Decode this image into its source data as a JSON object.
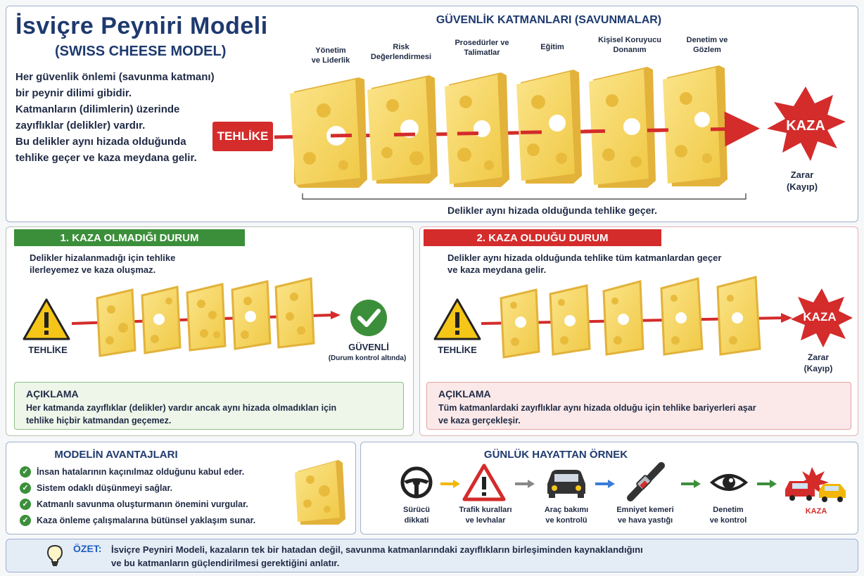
{
  "header": {
    "title": "İsviçre Peyniri Modeli",
    "subtitle": "(SWISS CHEESE MODEL)",
    "intro_lines": [
      "Her güvenlik önlemi (savunma katmanı)",
      "bir peynir dilimi gibidir.",
      "Katmanların (dilimlerin) üzerinde",
      "zayıflıklar (delikler) vardır.",
      "Bu delikler aynı hizada olduğunda",
      "tehlike geçer ve kaza meydana gelir."
    ]
  },
  "top_diagram": {
    "heading": "GÜVENLİK KATMANLARI (SAVUNMALAR)",
    "hazard": "TEHLİKE",
    "accident": "KAZA",
    "loss_lines": [
      "Zarar",
      "(Kayıp)"
    ],
    "layers": [
      [
        "Yönetim",
        "ve Liderlik"
      ],
      [
        "Risk",
        "Değerlendirmesi"
      ],
      [
        "Prosedürler ve",
        "Talimatlar"
      ],
      [
        "Eğitim"
      ],
      [
        "Kişisel Koruyucu",
        "Donanım"
      ],
      [
        "Denetim ve",
        "Gözlem"
      ]
    ],
    "caption": "Delikler aynı hizada olduğunda tehlike geçer."
  },
  "case1": {
    "header": "1. KAZA OLMADIĞI DURUM",
    "desc_lines": [
      "Delikler hizalanmadığı için tehlike",
      "ilerleyemez ve kaza oluşmaz."
    ],
    "hazard": "TEHLİKE",
    "safe": "GÜVENLİ",
    "safe_note": "(Durum kontrol altında)",
    "expl_title": "AÇIKLAMA",
    "expl_lines": [
      "Her katmanda zayıflıklar (delikler) vardır ancak aynı hizada olmadıkları için",
      "tehlike hiçbir katmandan geçemez."
    ]
  },
  "case2": {
    "header": "2. KAZA OLDUĞU DURUM",
    "desc_lines": [
      "Delikler aynı hizada olduğunda tehlike tüm katmanlardan geçer",
      "ve kaza meydana gelir."
    ],
    "hazard": "TEHLİKE",
    "accident": "KAZA",
    "loss_lines": [
      "Zarar",
      "(Kayıp)"
    ],
    "expl_title": "AÇIKLAMA",
    "expl_lines": [
      "Tüm katmanlardaki zayıflıklar aynı hizada olduğu için tehlike bariyerleri aşar",
      "ve kaza gerçekleşir."
    ]
  },
  "advantages": {
    "heading": "MODELİN AVANTAJLARI",
    "items": [
      "İnsan hatalarının kaçınılmaz olduğunu kabul eder.",
      "Sistem odaklı düşünmeyi sağlar.",
      "Katmanlı savunma oluşturmanın önemini vurgular.",
      "Kaza önleme çalışmalarına bütünsel yaklaşım sunar."
    ]
  },
  "example": {
    "heading": "GÜNLÜK HAYATTAN ÖRNEK",
    "steps": [
      {
        "icon": "steering-wheel-icon",
        "lines": [
          "Sürücü",
          "dikkati"
        ]
      },
      {
        "icon": "warning-sign-icon",
        "lines": [
          "Trafik kuralları",
          "ve levhalar"
        ]
      },
      {
        "icon": "car-icon",
        "lines": [
          "Araç bakımı",
          "ve kontrolü"
        ]
      },
      {
        "icon": "seatbelt-icon",
        "lines": [
          "Emniyet kemeri",
          "ve hava yastığı"
        ]
      },
      {
        "icon": "eye-icon",
        "lines": [
          "Denetim",
          "ve kontrol"
        ]
      },
      {
        "icon": "car-crash-icon",
        "lines": [
          "KAZA"
        ]
      }
    ],
    "arrow_colors": [
      "#f2b705",
      "#888888",
      "#3b7dd8",
      "#3c8f3a",
      "#3c8f3a"
    ]
  },
  "summary": {
    "label": "ÖZET:",
    "lines": [
      "İsviçre Peyniri Modeli, kazaların tek bir hatadan değil, savunma katmanlarındaki zayıflıkların birleşiminden kaynaklandığını",
      "ve bu katmanların güçlendirilmesi gerektiğini anlatır."
    ]
  },
  "colors": {
    "navy": "#1e3a6e",
    "red": "#d42b2b",
    "green": "#3c8f3a",
    "cheese": "#f7d86a"
  }
}
